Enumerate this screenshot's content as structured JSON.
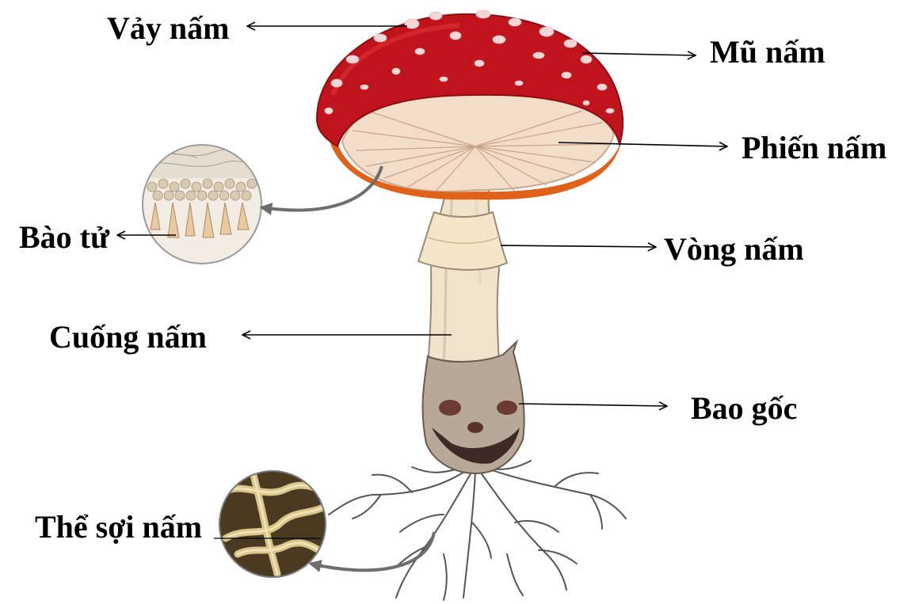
{
  "labels": {
    "vay_nam": "Vảy nấm",
    "mu_nam": "Mũ nấm",
    "phien_nam": "Phiến nấm",
    "bao_tu": "Bào tử",
    "vong_nam": "Vòng  nấm",
    "cuong_nam": "Cuống nấm",
    "bao_goc": "Bao gốc",
    "the_soi_nam": "Thể sợi nấm"
  },
  "colors": {
    "cap_red": "#c0141c",
    "cap_dark": "#8e0d12",
    "cap_rim": "#e0621a",
    "gills": "#f3dcc8",
    "stem": "#f1e2cc",
    "volva": "#5a3a30",
    "roots": "#555555",
    "mycelium_bg": "#4a3a22",
    "hyphae": "#d8c58a",
    "spore_bg": "#f2ece2",
    "curve_arrow": "#6e6e6e"
  }
}
